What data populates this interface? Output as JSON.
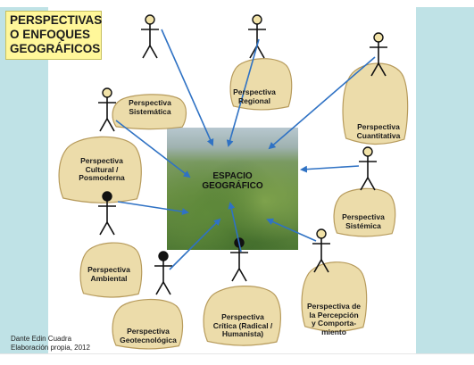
{
  "title": "PERSPECTIVAS\nO ENFOQUES\nGEOGRÁFICOS",
  "center_label": "ESPACIO\nGEOGRÁFICO",
  "credit": "Dante Edin Cuadra\nElaboración propia, 2012",
  "colors": {
    "arrow": "#2f72c4",
    "hill_fill": "#ecdcaa",
    "hill_stroke": "#b79b5c",
    "title_bg": "#fff79a",
    "bands": "#bfe2e6"
  },
  "perspectives": [
    {
      "id": "sistematica",
      "label": "Perspectiva\nSistemática"
    },
    {
      "id": "regional",
      "label": "Perspectiva\nRegional"
    },
    {
      "id": "cuantitativa",
      "label": "Perspectiva\nCuantitativa"
    },
    {
      "id": "cultural",
      "label": "Perspectiva\nCultural /\nPosmoderna"
    },
    {
      "id": "sistemica",
      "label": "Perspectiva\nSistémica"
    },
    {
      "id": "ambiental",
      "label": "Perspectiva\nAmbiental"
    },
    {
      "id": "geotecnologica",
      "label": "Perspectiva\nGeotecnológica"
    },
    {
      "id": "critica",
      "label": "Perspectiva\nCrítica (Radical /\nHumanista)"
    },
    {
      "id": "percepcion",
      "label": "Perspectiva de\nla Percepción\ny Comporta-\nmiento"
    }
  ]
}
